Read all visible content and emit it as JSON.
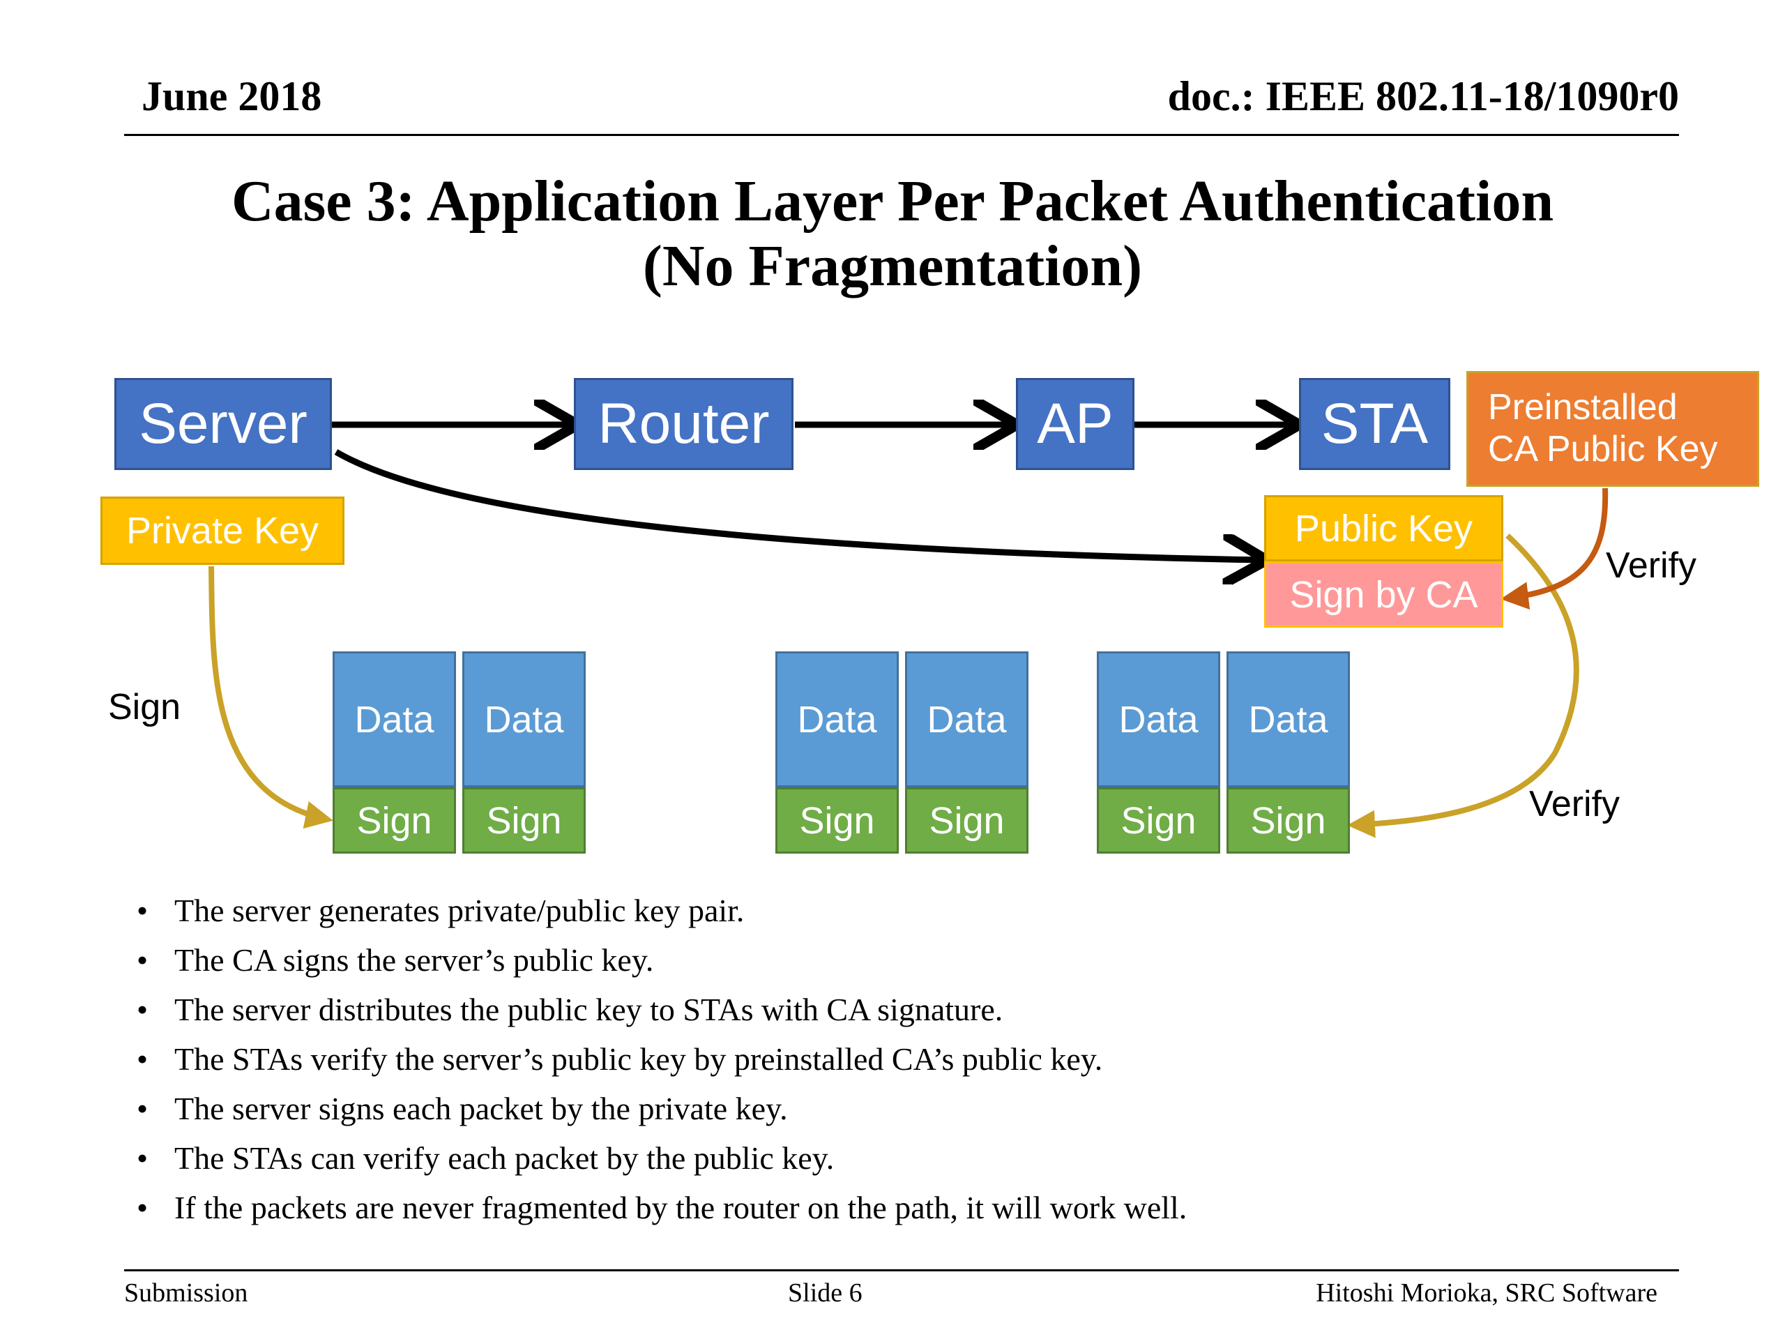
{
  "header": {
    "date": "June 2018",
    "doc": "doc.: IEEE 802.11-18/1090r0"
  },
  "title": {
    "line1": "Case 3: Application Layer Per Packet Authentication",
    "line2": "(No Fragmentation)"
  },
  "diagram": {
    "nodes": {
      "server": "Server",
      "router": "Router",
      "ap": "AP",
      "sta": "STA"
    },
    "private_key": "Private Key",
    "public_key": "Public Key",
    "sign_by_ca": "Sign by CA",
    "preinstalled": {
      "line1": "Preinstalled",
      "line2": "CA Public Key"
    },
    "labels": {
      "sign": "Sign",
      "verify_top": "Verify",
      "verify_bottom": "Verify"
    },
    "packets": {
      "data": "Data",
      "sign": "Sign"
    },
    "colors": {
      "node": "#4472c4",
      "key": "#ffc000",
      "ca_sign": "#ff9999",
      "preinstalled": "#ed7d31",
      "data": "#5b9bd5",
      "sign": "#70ad47",
      "gold_arrow": "#c9a227",
      "orange_arrow": "#c55a11"
    }
  },
  "bullets": [
    "The server generates private/public key pair.",
    "The CA signs the server’s public key.",
    "The server distributes the public key to STAs with CA signature.",
    "The STAs verify the server’s public key by preinstalled CA’s public key.",
    "The server signs each packet by the private key.",
    "The STAs can verify each packet by the public key.",
    "If the packets are never fragmented by the router on the path, it will work well."
  ],
  "bullet_char": "•",
  "footer": {
    "left": "Submission",
    "center": "Slide 6",
    "right": "Hitoshi Morioka, SRC Software"
  }
}
